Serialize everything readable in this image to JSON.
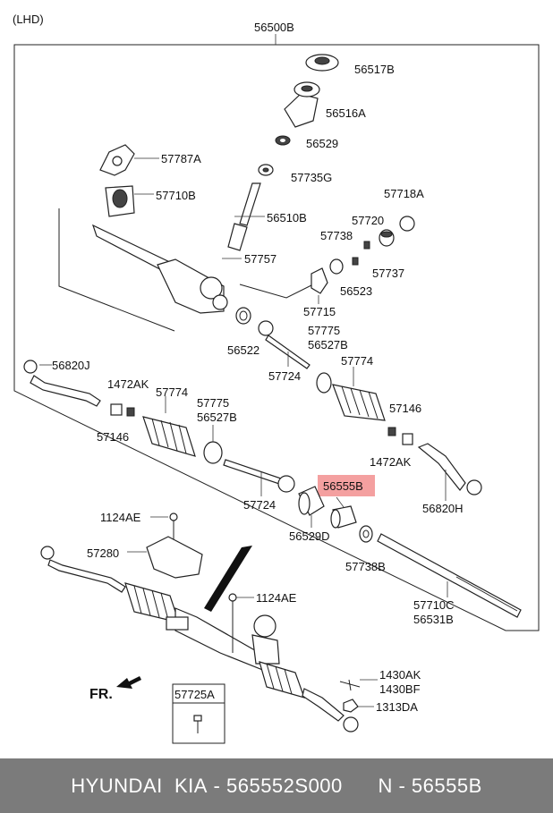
{
  "diagram": {
    "variant": "(LHD)",
    "assembly_label": "56500B",
    "highlight_color": "#f4a0a0",
    "labels": {
      "l56517B": "56517B",
      "l56516A": "56516A",
      "l56529": "56529",
      "l57735G": "57735G",
      "l57787A": "57787A",
      "l57710B": "57710B",
      "l56510B": "56510B",
      "l57718A": "57718A",
      "l57720": "57720",
      "l57738": "57738",
      "l57757": "57757",
      "l57737": "57737",
      "l56523": "56523",
      "l57715": "57715",
      "l56522": "56522",
      "l57775a": "57775",
      "l56527Ba": "56527B",
      "l57724a": "57724",
      "l57774a": "57774",
      "l56820J": "56820J",
      "l1472AKa": "1472AK",
      "l57774b": "57774",
      "l57775b": "57775",
      "l56527Bb": "56527B",
      "l57146a": "57146",
      "l57146b": "57146",
      "l1472AKb": "1472AK",
      "l56555B": "56555B",
      "l57724b": "57724",
      "l56820H": "56820H",
      "l56529D": "56529D",
      "l1124AEa": "1124AE",
      "l57280": "57280",
      "l57738B": "57738B",
      "l1124AEb": "1124AE",
      "l57710C": "57710C",
      "l56531B": "56531B",
      "l1430AK": "1430AK",
      "l1430BF": "1430BF",
      "l57725A": "57725A",
      "l1313DA": "1313DA",
      "fr": "FR."
    }
  },
  "footer": {
    "brand": "HYUNDAI  KIA",
    "part_number": "565552S000",
    "callout": "N - 56555B"
  }
}
